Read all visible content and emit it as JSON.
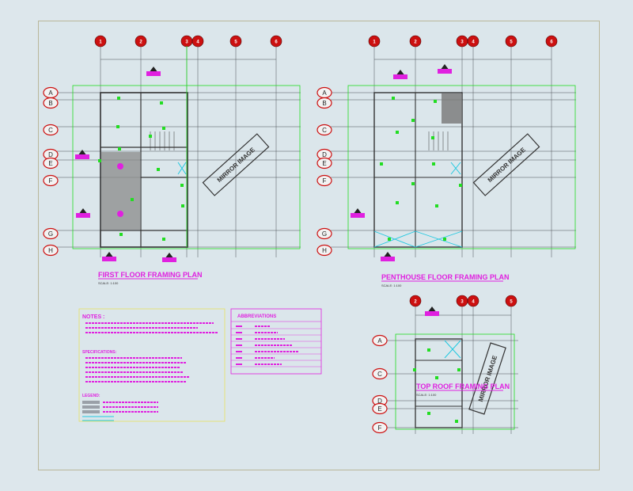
{
  "plans": {
    "first_floor": {
      "title": "FIRST FLOOR FRAMING PLAN",
      "scale": "SCALE: 1:100",
      "mirror": "MIRROR IMAGE",
      "col_grids": [
        "1",
        "2",
        "3",
        "4",
        "5",
        "6"
      ],
      "row_grids": [
        "A",
        "B",
        "C",
        "D",
        "E",
        "F",
        "G",
        "H"
      ]
    },
    "penthouse": {
      "title": "PENTHOUSE FLOOR FRAMING PLAN",
      "scale": "SCALE: 1:100",
      "mirror": "MIRROR IMAGE",
      "col_grids": [
        "1",
        "2",
        "3",
        "4",
        "5",
        "6"
      ],
      "row_grids": [
        "A",
        "B",
        "C",
        "D",
        "E",
        "F",
        "G",
        "H"
      ]
    },
    "top_roof": {
      "title": "TOP ROOF FRAMING PLAN",
      "scale": "SCALE: 1:100",
      "mirror": "MIRROR IMAGE",
      "col_grids": [
        "2",
        "3",
        "4",
        "5"
      ],
      "row_grids": [
        "A",
        "C",
        "D",
        "E",
        "F"
      ]
    }
  },
  "notes": {
    "title": "NOTES :",
    "section_title": "SPECIFICATIONS:",
    "legend_title": "LEGEND:"
  },
  "abbreviations": {
    "title": "ABBREVIATIONS"
  },
  "colors": {
    "magenta": "#e020e0",
    "green": "#22dd22",
    "red": "#cc1010",
    "cyan": "#20c8e0",
    "grid": "#4a4f55",
    "wall": "#333333"
  }
}
